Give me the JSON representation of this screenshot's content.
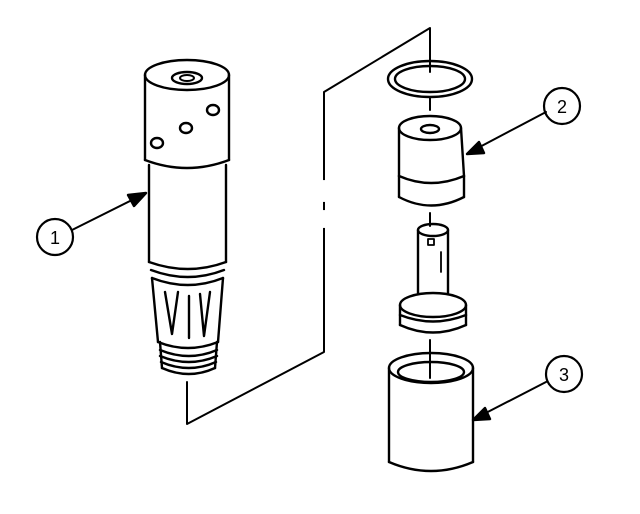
{
  "figure": {
    "background": "#ffffff",
    "ink": "#000000",
    "callouts": [
      {
        "id": "callout-1",
        "label": "1"
      },
      {
        "id": "callout-2",
        "label": "2"
      },
      {
        "id": "callout-3",
        "label": "3"
      }
    ]
  }
}
